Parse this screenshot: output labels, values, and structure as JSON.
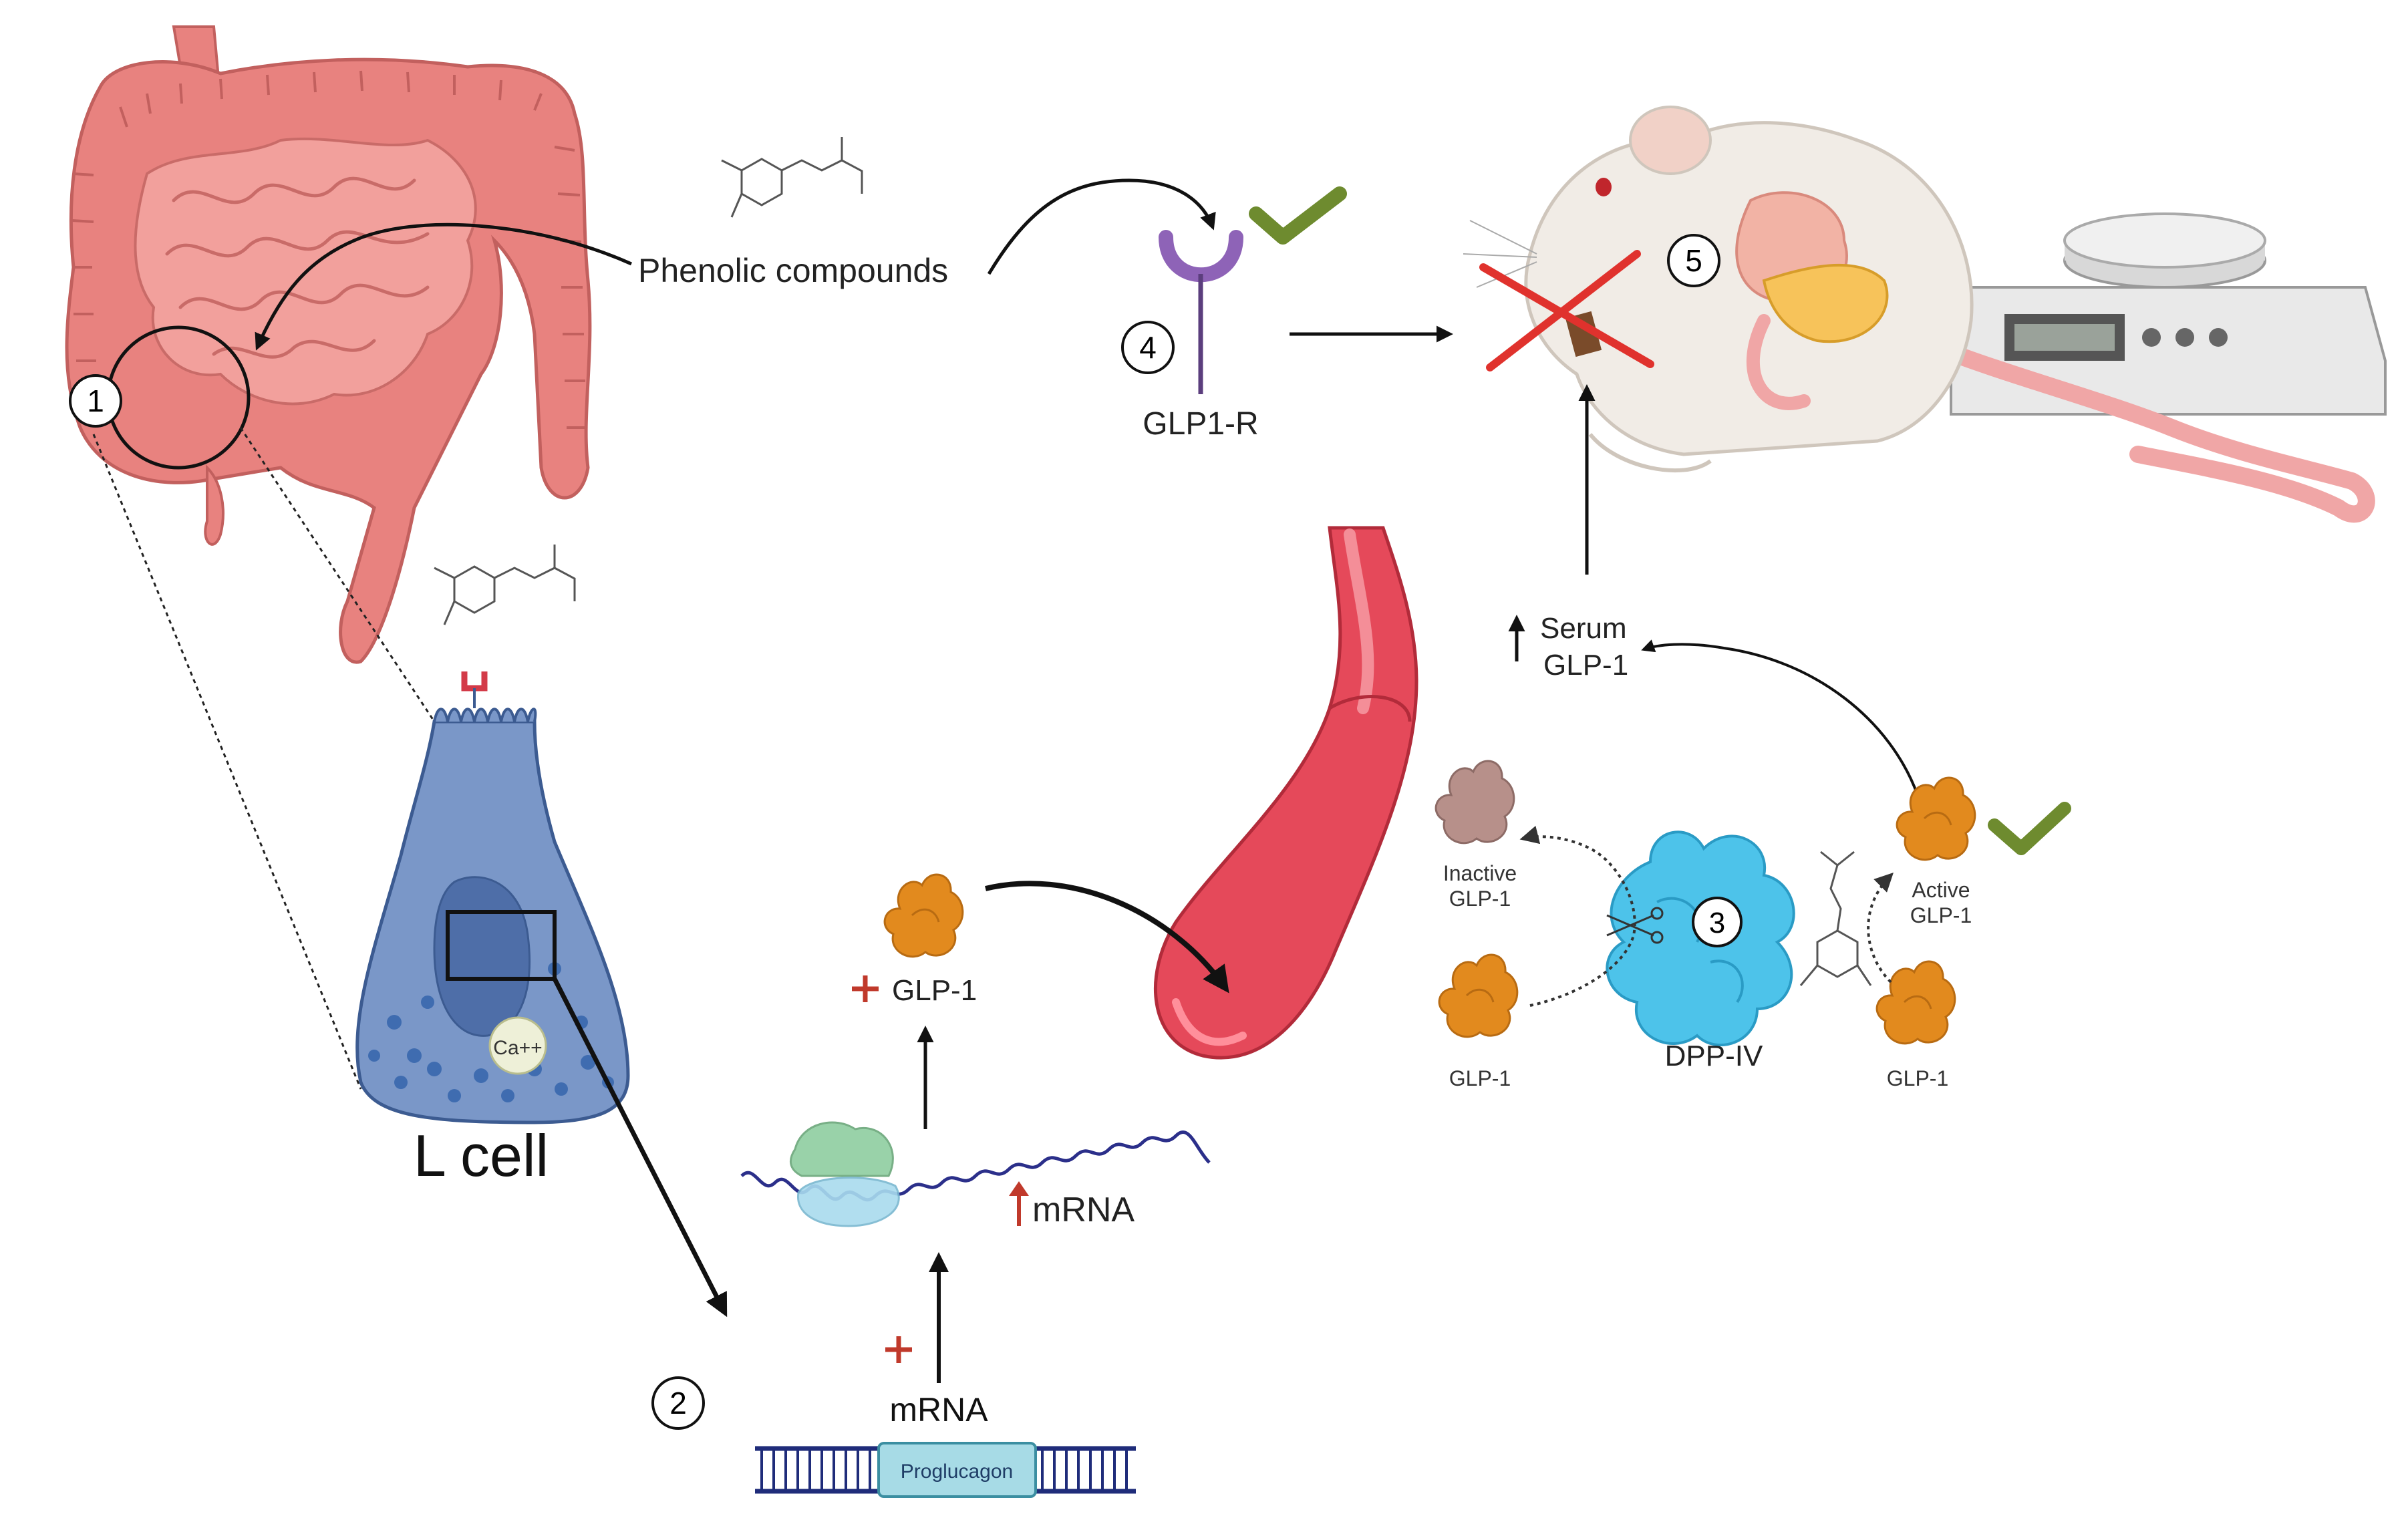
{
  "labels": {
    "phenolic_compounds": "Phenolic compounds",
    "glp1r": "GLP1-R",
    "l_cell": "L cell",
    "ca": "Ca++",
    "proglucagon": "Proglucagon",
    "mrna_bottom": "mRNA",
    "mrna_up": "mRNA",
    "glp1_secreted": "GLP-1",
    "serum": "Serum",
    "serum_glp1": "GLP-1",
    "inactive": "Inactive",
    "inactive_glp1": "GLP-1",
    "active": "Active",
    "active_glp1": "GLP-1",
    "glp1_left": "GLP-1",
    "glp1_right": "GLP-1",
    "dppiv": "DPP-IV"
  },
  "steps": [
    "1",
    "2",
    "3",
    "4",
    "5"
  ],
  "colors": {
    "intestine": "#e8827f",
    "l_cell": "#7a97c8",
    "glp1": "#e28a1e",
    "dppiv": "#4dc3ea",
    "vessel": "#d9424d",
    "receptor": "#8e63b7",
    "check": "#6e8b2f",
    "cross": "#e0322d",
    "plus": "#c0392b"
  }
}
